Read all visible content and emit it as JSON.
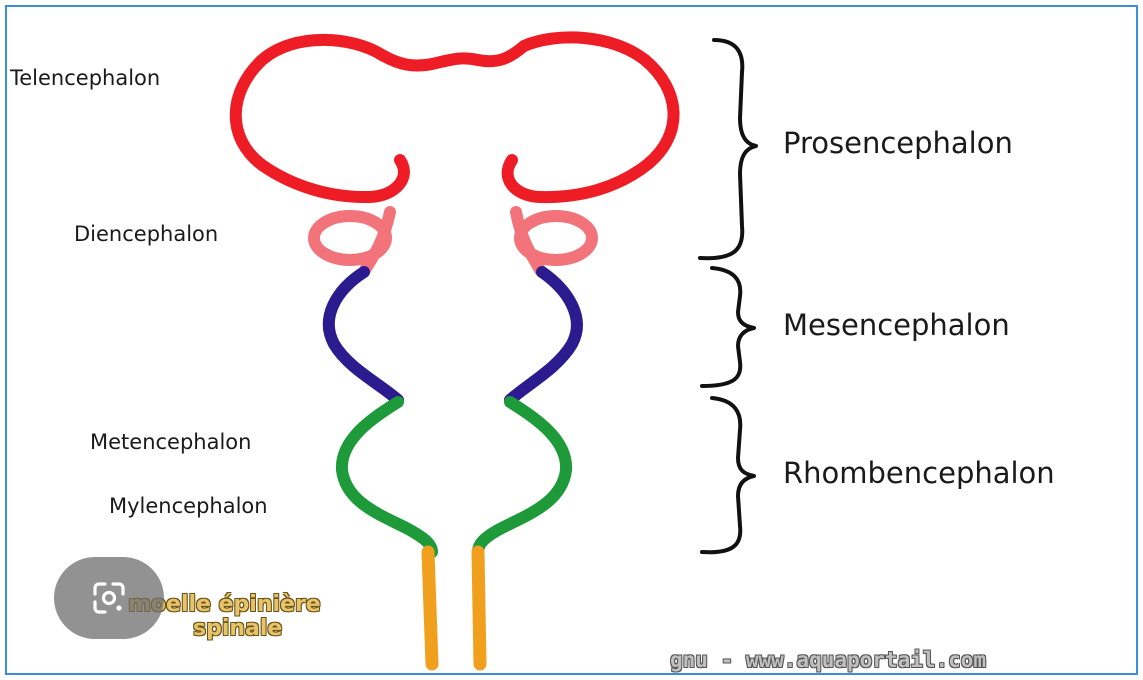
{
  "labels": {
    "telencephalon": "Telencephalon",
    "diencephalon": "Diencephalon",
    "metencephalon": "Metencephalon",
    "mylencephalon": "Mylencephalon",
    "prosencephalon": "Prosencephalon",
    "mesencephalon": "Mesencephalon",
    "rhombencephalon": "Rhombencephalon"
  },
  "overlay_text": {
    "line1": "moelle épinière",
    "line2": "spinale"
  },
  "watermark": "gnu - www.aquaportail.com",
  "icons": {
    "lens": "google-lens-icon"
  },
  "colors": {
    "telencephalon": "#ee1c24",
    "diencephalon": "#f2737a",
    "mesencephalon": "#2b1b8f",
    "rhombencephalon": "#1f9a3a",
    "spinal_cord": "#f0a01c",
    "frame_border": "#3b8fd9"
  }
}
